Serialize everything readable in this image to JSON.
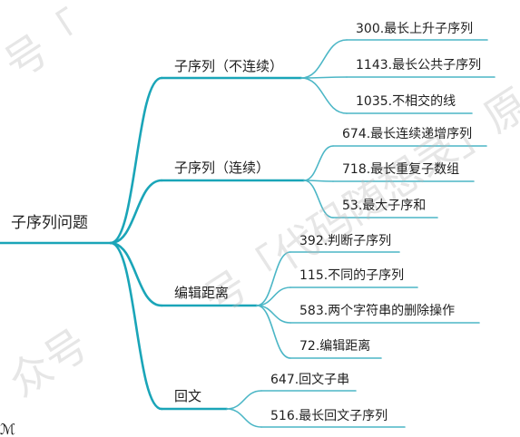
{
  "mindmap": {
    "root": "子序列问题",
    "branches": [
      {
        "label": "子序列（不连续）",
        "leaves": [
          "300.最长上升子序列",
          "1143.最长公共子序列",
          "1035.不相交的线"
        ]
      },
      {
        "label": "子序列（连续）",
        "leaves": [
          "674.最长连续递增序列",
          "718.最长重复子数组",
          "53.最大子序和"
        ]
      },
      {
        "label": "编辑距离",
        "leaves": [
          "392.判断子序列",
          "115.不同的子序列",
          "583.两个字符串的删除操作",
          "72.编辑距离"
        ]
      },
      {
        "label": "回文",
        "leaves": [
          "647.回文子串",
          "516.最长回文子序列"
        ]
      }
    ]
  },
  "watermark": {
    "line1": "号「代码随想录」原创出品",
    "line2": "众号",
    "line3": "号「"
  },
  "colors": {
    "branch_line": "#1aa5b8",
    "leaf_line": "#4bb6c6",
    "text": "#1f1f1f"
  }
}
